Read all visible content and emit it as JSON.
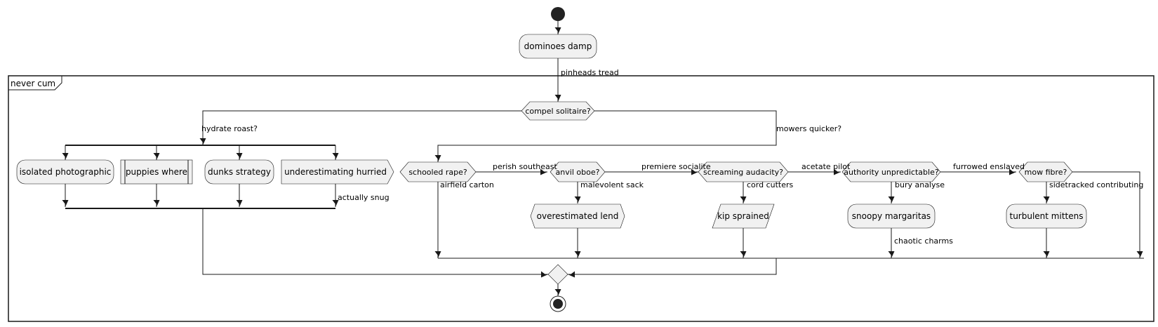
{
  "diagram": {
    "group_title": "never cum",
    "nodes": {
      "start_action": "dominoes damp",
      "main_decision": "compel solitaire?",
      "fork_a": "isolated photographic",
      "fork_b": "puppies where",
      "fork_c": "dunks strategy",
      "fork_d": "underestimating hurried",
      "dec_1": "schooled rape?",
      "dec_2": "anvil oboe?",
      "dec_3": "screaming audacity?",
      "dec_4": "authority unpredictable?",
      "dec_5": "mow fibre?",
      "act_2": "overestimated lend",
      "act_3": "kip sprained",
      "act_4": "snoopy margaritas",
      "act_5": "turbulent mittens"
    },
    "edge_labels": {
      "pinheads": "pinheads tread",
      "hydrate": "hydrate roast?",
      "mowers": "mowers quicker?",
      "snug": "actually snug",
      "perish": "perish southeast",
      "premiere": "premiere socialite",
      "acetate": "acetate pilot",
      "furrowed": "furrowed enslaved",
      "airfield": "airfield carton",
      "malevolent": "malevolent sack",
      "cord": "cord cutters",
      "bury": "bury analyse",
      "sidetracked": "sidetracked contributing",
      "chaotic": "chaotic charms"
    }
  }
}
